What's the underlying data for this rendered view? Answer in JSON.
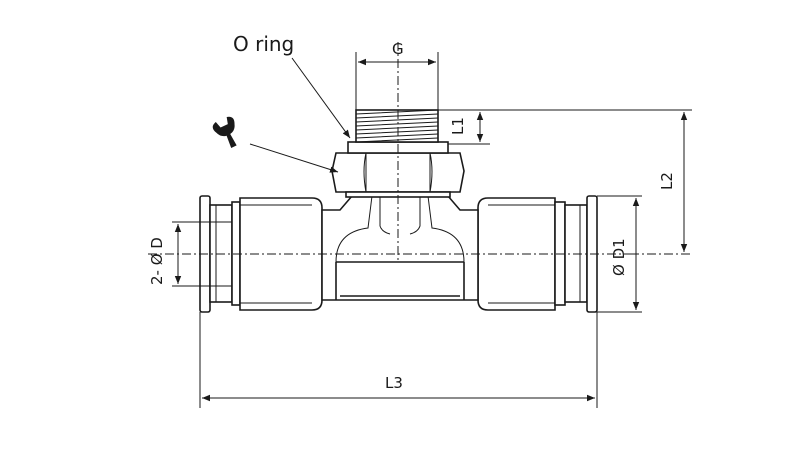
{
  "labels": {
    "o_ring": "O ring",
    "g": "G",
    "l1": "L1",
    "l2": "L2",
    "l3": "L3",
    "d": "2- Ø D",
    "d1": "Ø D1"
  },
  "icons": {
    "wrench": "wrench-icon"
  },
  "colors": {
    "line": "#1a1a1a",
    "background": "#ffffff"
  }
}
